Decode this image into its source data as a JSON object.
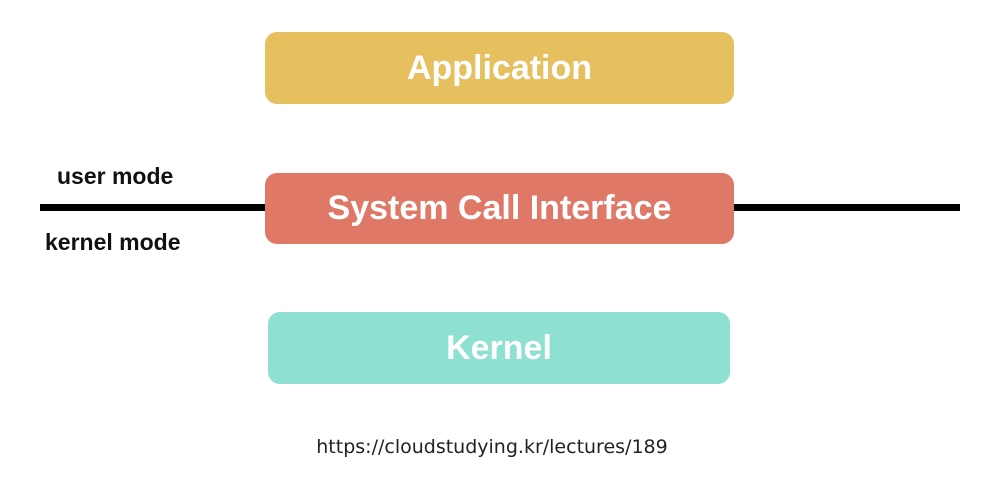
{
  "diagram": {
    "layers": [
      {
        "id": "application",
        "label": "Application",
        "color": "#e6bf5f"
      },
      {
        "id": "system-call-interface",
        "label": "System Call Interface",
        "color": "#df7866"
      },
      {
        "id": "kernel",
        "label": "Kernel",
        "color": "#8ee0d1"
      }
    ],
    "boundary": {
      "above_label": "user mode",
      "below_label": "kernel mode",
      "color": "#000000"
    }
  },
  "source": "https://cloudstudying.kr/lectures/189"
}
